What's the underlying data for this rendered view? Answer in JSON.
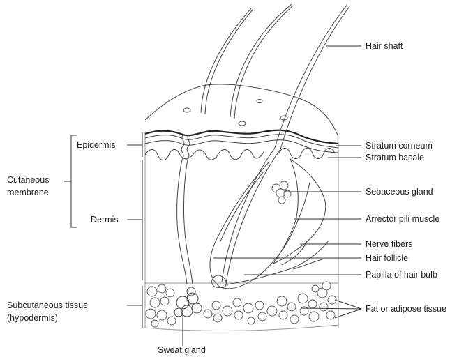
{
  "labels": {
    "hair_shaft": "Hair shaft",
    "epidermis": "Epidermis",
    "stratum_corneum": "Stratum corneum",
    "stratum_basale": "Stratum basale",
    "cutaneous_membrane_line1": "Cutaneous",
    "cutaneous_membrane_line2": "membrane",
    "sebaceous_gland": "Sebaceous gland",
    "dermis": "Dermis",
    "arrector_pili_muscle": "Arrector pili muscle",
    "nerve_fibers": "Nerve fibers",
    "hair_follicle": "Hair follicle",
    "papilla_of_hair_bulb": "Papilla of hair bulb",
    "subcutaneous_tissue_line1": "Subcutaneous tissue",
    "subcutaneous_tissue_line2": "(hypodermis)",
    "fat_or_adipose_tissue": "Fat or adipose tissue",
    "sweat_gland": "Sweat gland"
  }
}
